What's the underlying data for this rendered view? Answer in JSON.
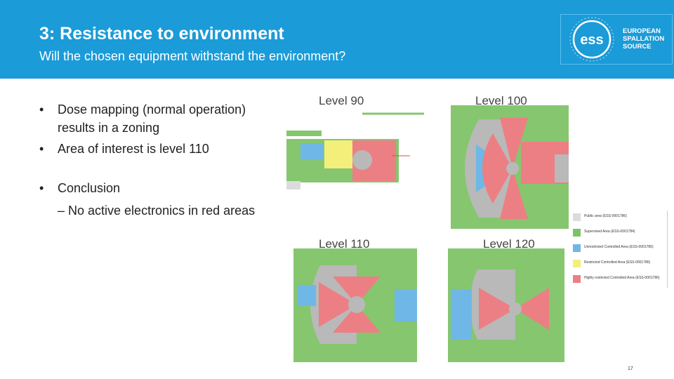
{
  "header": {
    "title": "3: Resistance to environment",
    "subtitle": "Will the chosen equipment withstand the environment?"
  },
  "logo": {
    "line1": "EUROPEAN",
    "line2": "SPALLATION",
    "line3": "SOURCE",
    "mark": "ess"
  },
  "bullets": {
    "b1_line1": "Dose mapping (normal operation)",
    "b1_line2": "results in a zoning",
    "b2": "Area of interest is level 110",
    "b3": "Conclusion",
    "b4": "– No active electronics in red areas",
    "bullet_char": "•"
  },
  "levels": {
    "l90": "Level 90",
    "l100": "Level 100",
    "l110": "Level 110",
    "l120": "Level 120"
  },
  "legend": [
    {
      "label": "Public area (ESS-0001786)",
      "color": "#dcdcdc"
    },
    {
      "label": "Supervised Area (ESS-0001784)",
      "color": "#7cc26a"
    },
    {
      "label": "Unrestricted Controlled Area (ESS-0001786)",
      "color": "#6fb7e6"
    },
    {
      "label": "Restricted Controlled Area (ESS-0001786)",
      "color": "#f3ef7a"
    },
    {
      "label": "Highly restricted Controlled Area (ESS-0001786)",
      "color": "#ec7f84"
    }
  ],
  "colors": {
    "header": "#1b9bd8",
    "green": "#86c66f",
    "red": "#ec7f84",
    "blue": "#6fb7e6",
    "yellow": "#f3ef7a",
    "gray": "#b9b9b9"
  },
  "page_number": "17"
}
